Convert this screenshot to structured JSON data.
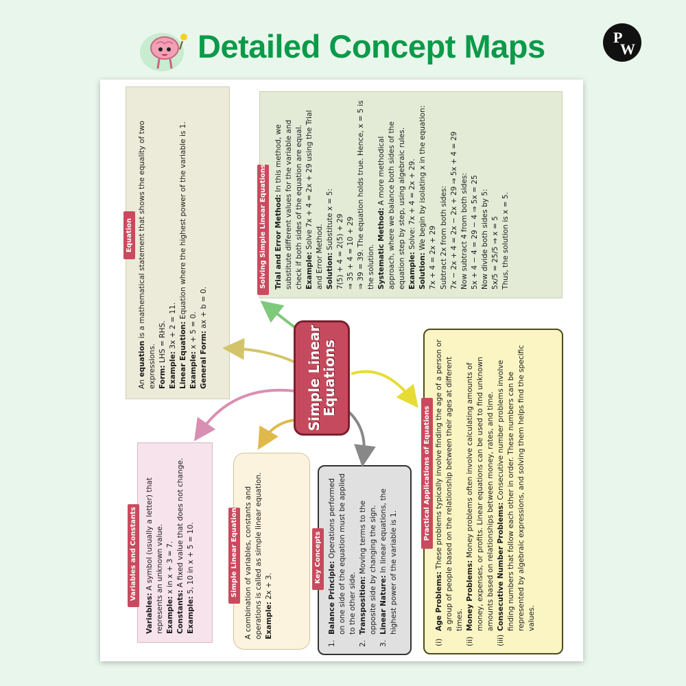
{
  "header": {
    "title": "Detailed Concept Maps",
    "logo_letters": [
      "P",
      "W"
    ]
  },
  "center": {
    "line1": "Simple Linear",
    "line2": "Equations"
  },
  "colors": {
    "title_green": "#0b9a49",
    "center_red": "#c64a5d",
    "tag_red": "#c94a5e",
    "equation_bg": "#ecebd9",
    "solving_bg": "#e3ebd6",
    "practical_bg": "#fbf5c4",
    "variables_bg": "#f7e3ec",
    "simple_bg": "#fbf3dd",
    "key_bg": "#e0e0e0"
  },
  "equation": {
    "tag": "Equation",
    "lines": [
      {
        "pre": "An ",
        "bold": "equation",
        "post": " is a mathematical statement that shows the equality of two expressions."
      },
      {
        "bold": "Form:",
        "post": " LHS = RHS."
      },
      {
        "bold": "Example:",
        "post": " 3x + 2 = 11."
      },
      {
        "bold": "Linear Equation:",
        "post": " Equation where the highest power of the variable is 1."
      },
      {
        "bold": "Example:",
        "post": " x + 5 = 0."
      },
      {
        "bold": "General Form:",
        "post": " ax + b = 0."
      }
    ]
  },
  "solving": {
    "tag": "Solving Simple Linear Equations",
    "lines": [
      {
        "bold": "Trial and Error Method:",
        "post": " In this method, we substitute different values for the variable and check if both sides of the equation are equal."
      },
      {
        "bold": "Example:",
        "post": " Solve 7x + 4 = 2x + 29 using the Trial and Error Method."
      },
      {
        "bold": "Solution:",
        "post": " Substitute x = 5:"
      },
      {
        "post": "7(5) + 4 = 2(5) + 29"
      },
      {
        "post": "⇒ 35 + 4 = 10 + 29"
      },
      {
        "post": "⇒ 39 = 39. The equation holds true. Hence, x = 5 is the solution."
      },
      {
        "bold": "Systematic Method:",
        "post": " A more methodical approach, where we balance both sides of the equation step by step, using algebraic rules."
      },
      {
        "bold": "Example:",
        "post": " Solve: 7x + 4 = 2x + 29."
      },
      {
        "bold": "Solution:",
        "post": " We begin by isolating x in the equation:"
      },
      {
        "post": "7x + 4 = 2x + 29"
      },
      {
        "post": "Subtract 2x from both sides:"
      },
      {
        "post": "7x − 2x + 4 = 2x − 2x + 29 ⇒ 5x + 4 = 29"
      },
      {
        "post": "Now subtract 4 from both sides:"
      },
      {
        "post": "5x + 4 − 4 = 29 − 4 ⇒ 5x = 25"
      },
      {
        "post": "Now divide both sides by 5:"
      },
      {
        "post": "5x/5 = 25/5 ⇒ x = 5"
      },
      {
        "post": "Thus, the solution is x = 5."
      }
    ]
  },
  "practical": {
    "tag": "Practical Applications of Equations",
    "items": [
      {
        "num": "(i)",
        "bold": "Age Problems:",
        "post": " These problems typically involve finding the age of a person or a group of people based on the relationship between their ages at different times."
      },
      {
        "num": "(ii)",
        "bold": "Money Problems:",
        "post": " Money problems often involve calculating amounts of money, expenses, or profits. Linear equations can be used to find unknown amounts based on relationships between money, rates, and time."
      },
      {
        "num": "(iii)",
        "bold": "Consecutive Number Problems:",
        "post": " Consecutive number problems involve finding numbers that follow each other in order. These numbers can be represented by algebraic expressions, and solving them helps find the specific values."
      }
    ]
  },
  "variables": {
    "tag": "Variables and Constants",
    "lines": [
      {
        "bold": "Variables:",
        "post": " A symbol (usually a letter) that represents an unknown value."
      },
      {
        "bold": "Example:",
        "post": " x in x + 3 = 7."
      },
      {
        "bold": "Constants:",
        "post": " A fixed value that does not change."
      },
      {
        "bold": "Example:",
        "post": " 5, 10 in x + 5 = 10."
      }
    ]
  },
  "simple": {
    "tag": "Simple Linear Equation",
    "lines": [
      {
        "post": "A combination of variables, constants and operations is called as simple linear equation."
      },
      {
        "bold": "Example:",
        "post": " 2x + 3."
      }
    ]
  },
  "key": {
    "tag": "Key Concepts",
    "items": [
      {
        "num": "1.",
        "bold": "Balance Principle:",
        "post": " Operations performed on one side of the equation must be applied to the other side."
      },
      {
        "num": "2.",
        "bold": "Transposition:",
        "post": " Moving terms to the opposite side by changing the sign."
      },
      {
        "num": "3.",
        "bold": "Linear Nature:",
        "post": " In linear equations, the highest power of the variable is 1."
      }
    ]
  }
}
